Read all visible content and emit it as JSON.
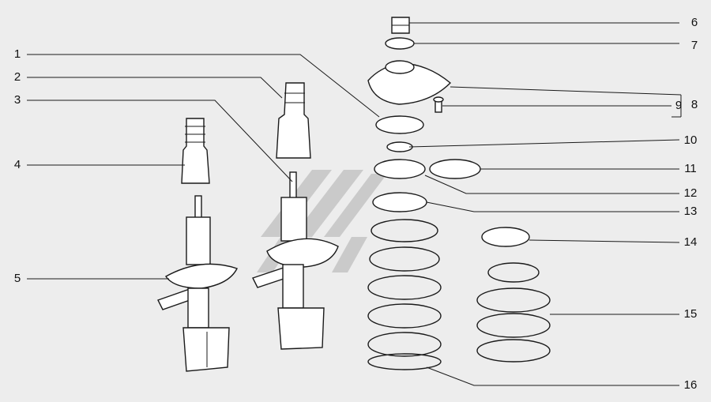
{
  "callouts": {
    "c1": "1",
    "c2": "2",
    "c3": "3",
    "c4": "4",
    "c5": "5",
    "c6": "6",
    "c7": "7",
    "c8": "8",
    "c9": "9",
    "c10": "10",
    "c11": "11",
    "c12": "12",
    "c13": "13",
    "c14": "14",
    "c15": "15",
    "c16": "16"
  },
  "colors": {
    "background": "#ededed",
    "line": "#1a1a1a",
    "watermark": "#c4c4c4"
  }
}
